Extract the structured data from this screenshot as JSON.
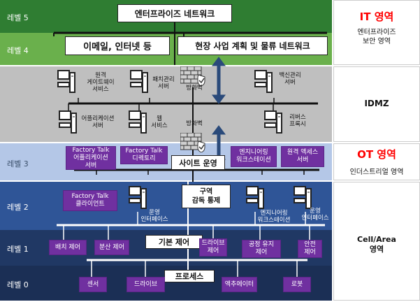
{
  "levels": {
    "l5": "레벨 5",
    "l4": "레벨 4",
    "l3": "레벨 3",
    "l2": "레벨 2",
    "l1": "레벨 1",
    "l0": "레벨 0"
  },
  "enterprise": {
    "network_title": "엔터프라이즈 네트워크",
    "email_box": "이메일, 인터넷 등",
    "site_box": "현장 사업 계획 및 물류 네트워크"
  },
  "it_zone": {
    "title": "IT 영역",
    "subtitle": "엔터프라이즈\n보안 영역"
  },
  "idmz": {
    "title": "IDMZ",
    "remote_gateway": "원격\n게이트웨이\n서비스",
    "patch_server": "패치관리\n서버",
    "firewall_top": "방화벽",
    "backup_server": "백신관리\n서버",
    "app_server": "어플리케이션\n서버",
    "web_service": "웹\n서비스",
    "firewall_bottom": "방화벽",
    "reverse_proxy": "리버스\n프록시"
  },
  "ot_zone": {
    "title": "OT 영역",
    "subtitle": "인더스트리얼 영역"
  },
  "level3": {
    "ft_app_server": "Factory Talk\n어플리케이션\n서버",
    "ft_directory": "Factory Talk\n디렉토리",
    "site_ops": "사이트 운영",
    "eng_workstation": "엔지니어링\n워크스테이션",
    "remote_access": "원격 액세스\n서버"
  },
  "level2": {
    "ft_client": "Factory Talk\n클라이언트",
    "ops_interface_left": "운영\n인터페이스",
    "area_control": "구역\n감독 통제",
    "eng_workstation": "엔지니어링\n워크스테이션",
    "ops_interface_right": "운영\n인터페이스"
  },
  "cell_area": {
    "title": "Cell/Area\n영역"
  },
  "level1": {
    "batch": "배치 제어",
    "discrete": "분산 제어",
    "basic_control": "기본 제어",
    "drive_control": "드라이브\n제어",
    "process_hold": "공정 유지\n제어",
    "safety": "안전\n제어"
  },
  "level0": {
    "process": "프로세스",
    "sensor": "센서",
    "drive": "드라이브",
    "actuator": "액추에이터",
    "robot": "로봇"
  },
  "colors": {
    "enterprise_dark": "#2f7d32",
    "enterprise_light": "#6ab04c",
    "idmz_gray": "#bfbfbf",
    "level3_blue": "#b4c7e7",
    "level2_blue": "#2f5597",
    "level1_blue": "#203864",
    "level0_blue": "#1f3864",
    "purple": "#7030a0",
    "red_title": "#ff0000"
  }
}
